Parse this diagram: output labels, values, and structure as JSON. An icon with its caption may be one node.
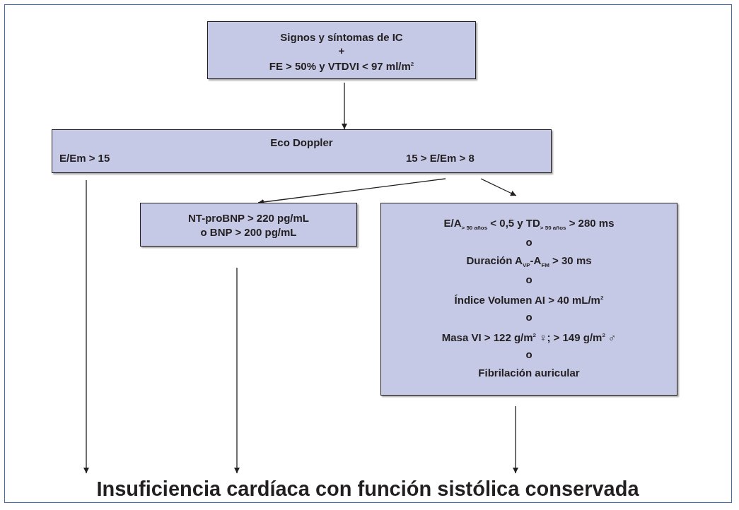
{
  "diagram": {
    "nodes": [
      {
        "text": [
          "Signos y síntomas de IC",
          "+",
          "FE > 50% y VTDVI < 97 ml/m$^{2}$"
        ]
      },
      {
        "text": [
          "Eco Doppler",
          "E/Em > 15",
          "15 > E/Em > 8"
        ]
      },
      {
        "text": [
          "NT-proBNP > 220 pg/mL",
          "o BNP > 200 pg/mL"
        ]
      },
      {
        "text": [
          "E/A$_{> 50 años}$ < 0,5 y TD$_{> 50 años}$ > 280 ms",
          "o",
          "Duración A$_{VP}$-A$_{FM}$ > 30 ms",
          "o",
          "Índice Volumen AI > 40 mL/m$^{2}$",
          "o",
          "Masa VI > 122 g/m$^{2}$ ♀; > 149 g/m$^{2}$ ♂",
          "o",
          "Fibrilación auricular"
        ]
      },
      {
        "text": [
          "Insuficiencia cardíaca con función sistólica conservada"
        ]
      }
    ],
    "edges": [
      {
        "from": 0,
        "to": 1,
        "arrow": "to"
      },
      {
        "from": 1,
        "to": 2,
        "arrow": "to"
      },
      {
        "from": 1,
        "to": 3,
        "arrow": "to"
      },
      {
        "from": 1,
        "to": 4,
        "arrow": "to"
      },
      {
        "from": 2,
        "to": 4,
        "arrow": "to"
      },
      {
        "from": 3,
        "to": 4,
        "arrow": "to"
      }
    ]
  }
}
